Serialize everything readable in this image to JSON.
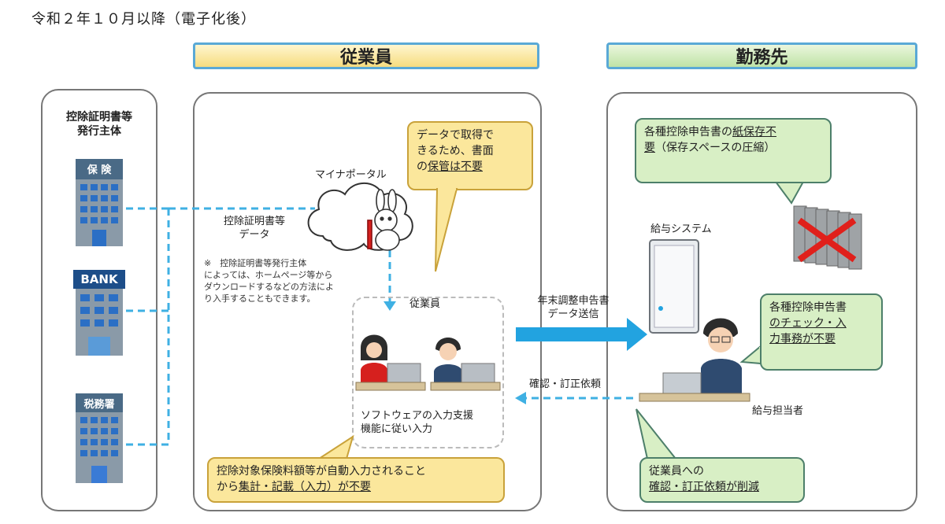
{
  "page_title": "令和２年１０月以降（電子化後）",
  "headers": {
    "employee": "従業員",
    "workplace": "勤務先"
  },
  "issuers": {
    "title_line1": "控除証明書等",
    "title_line2": "発行主体",
    "insurance_sign": "保 険",
    "bank_sign": "BANK",
    "tax_office_sign": "税務署"
  },
  "flow": {
    "portal_label": "マイナポータル",
    "cert_data_line1": "控除証明書等",
    "cert_data_line2": "データ",
    "note_line1": "※　控除証明書等発行主体",
    "note_line2": "によっては、ホームページ等から",
    "note_line3": "ダウンロードするなどの方法によ",
    "note_line4": "り入手することもできます。",
    "employee_label": "従業員",
    "software_line1": "ソフトウェアの入力支援",
    "software_line2": "機能に従い入力",
    "send_line1": "年末調整申告書",
    "send_line2": "データ送信",
    "confirm_label": "確認・訂正依頼",
    "payroll_system": "給与システム",
    "payroll_staff": "給与担当者"
  },
  "callouts": {
    "data_line1": "データで取得で",
    "data_line2": "きるため、書面",
    "data_line3_a": "の",
    "data_line3_b": "保管は不要",
    "auto_line1": "控除対象保険料額等が自動入力されること",
    "auto_line2_a": "から",
    "auto_line2_b": "集計・記載（入力）が不要",
    "paper_line1": "各種控除申告書の",
    "paper_line1_u": "紙保存不",
    "paper_line2_u": "要",
    "paper_line2": "（保存スペースの圧縮）",
    "check_line1": "各種控除申告書",
    "check_line2_u": "のチェック・入",
    "check_line3_u": "力事務が不要",
    "reduce_line1": "従業員への",
    "reduce_line2_u": "確認・訂正依頼が削減"
  },
  "colors": {
    "dash_blue": "#3fb0e3",
    "arrow_blue": "#22a3e0",
    "callout_yellow": "#fbe79c",
    "callout_green": "#d8efc5",
    "header_border": "#5aa9d6",
    "cross_red": "#e0201b"
  }
}
